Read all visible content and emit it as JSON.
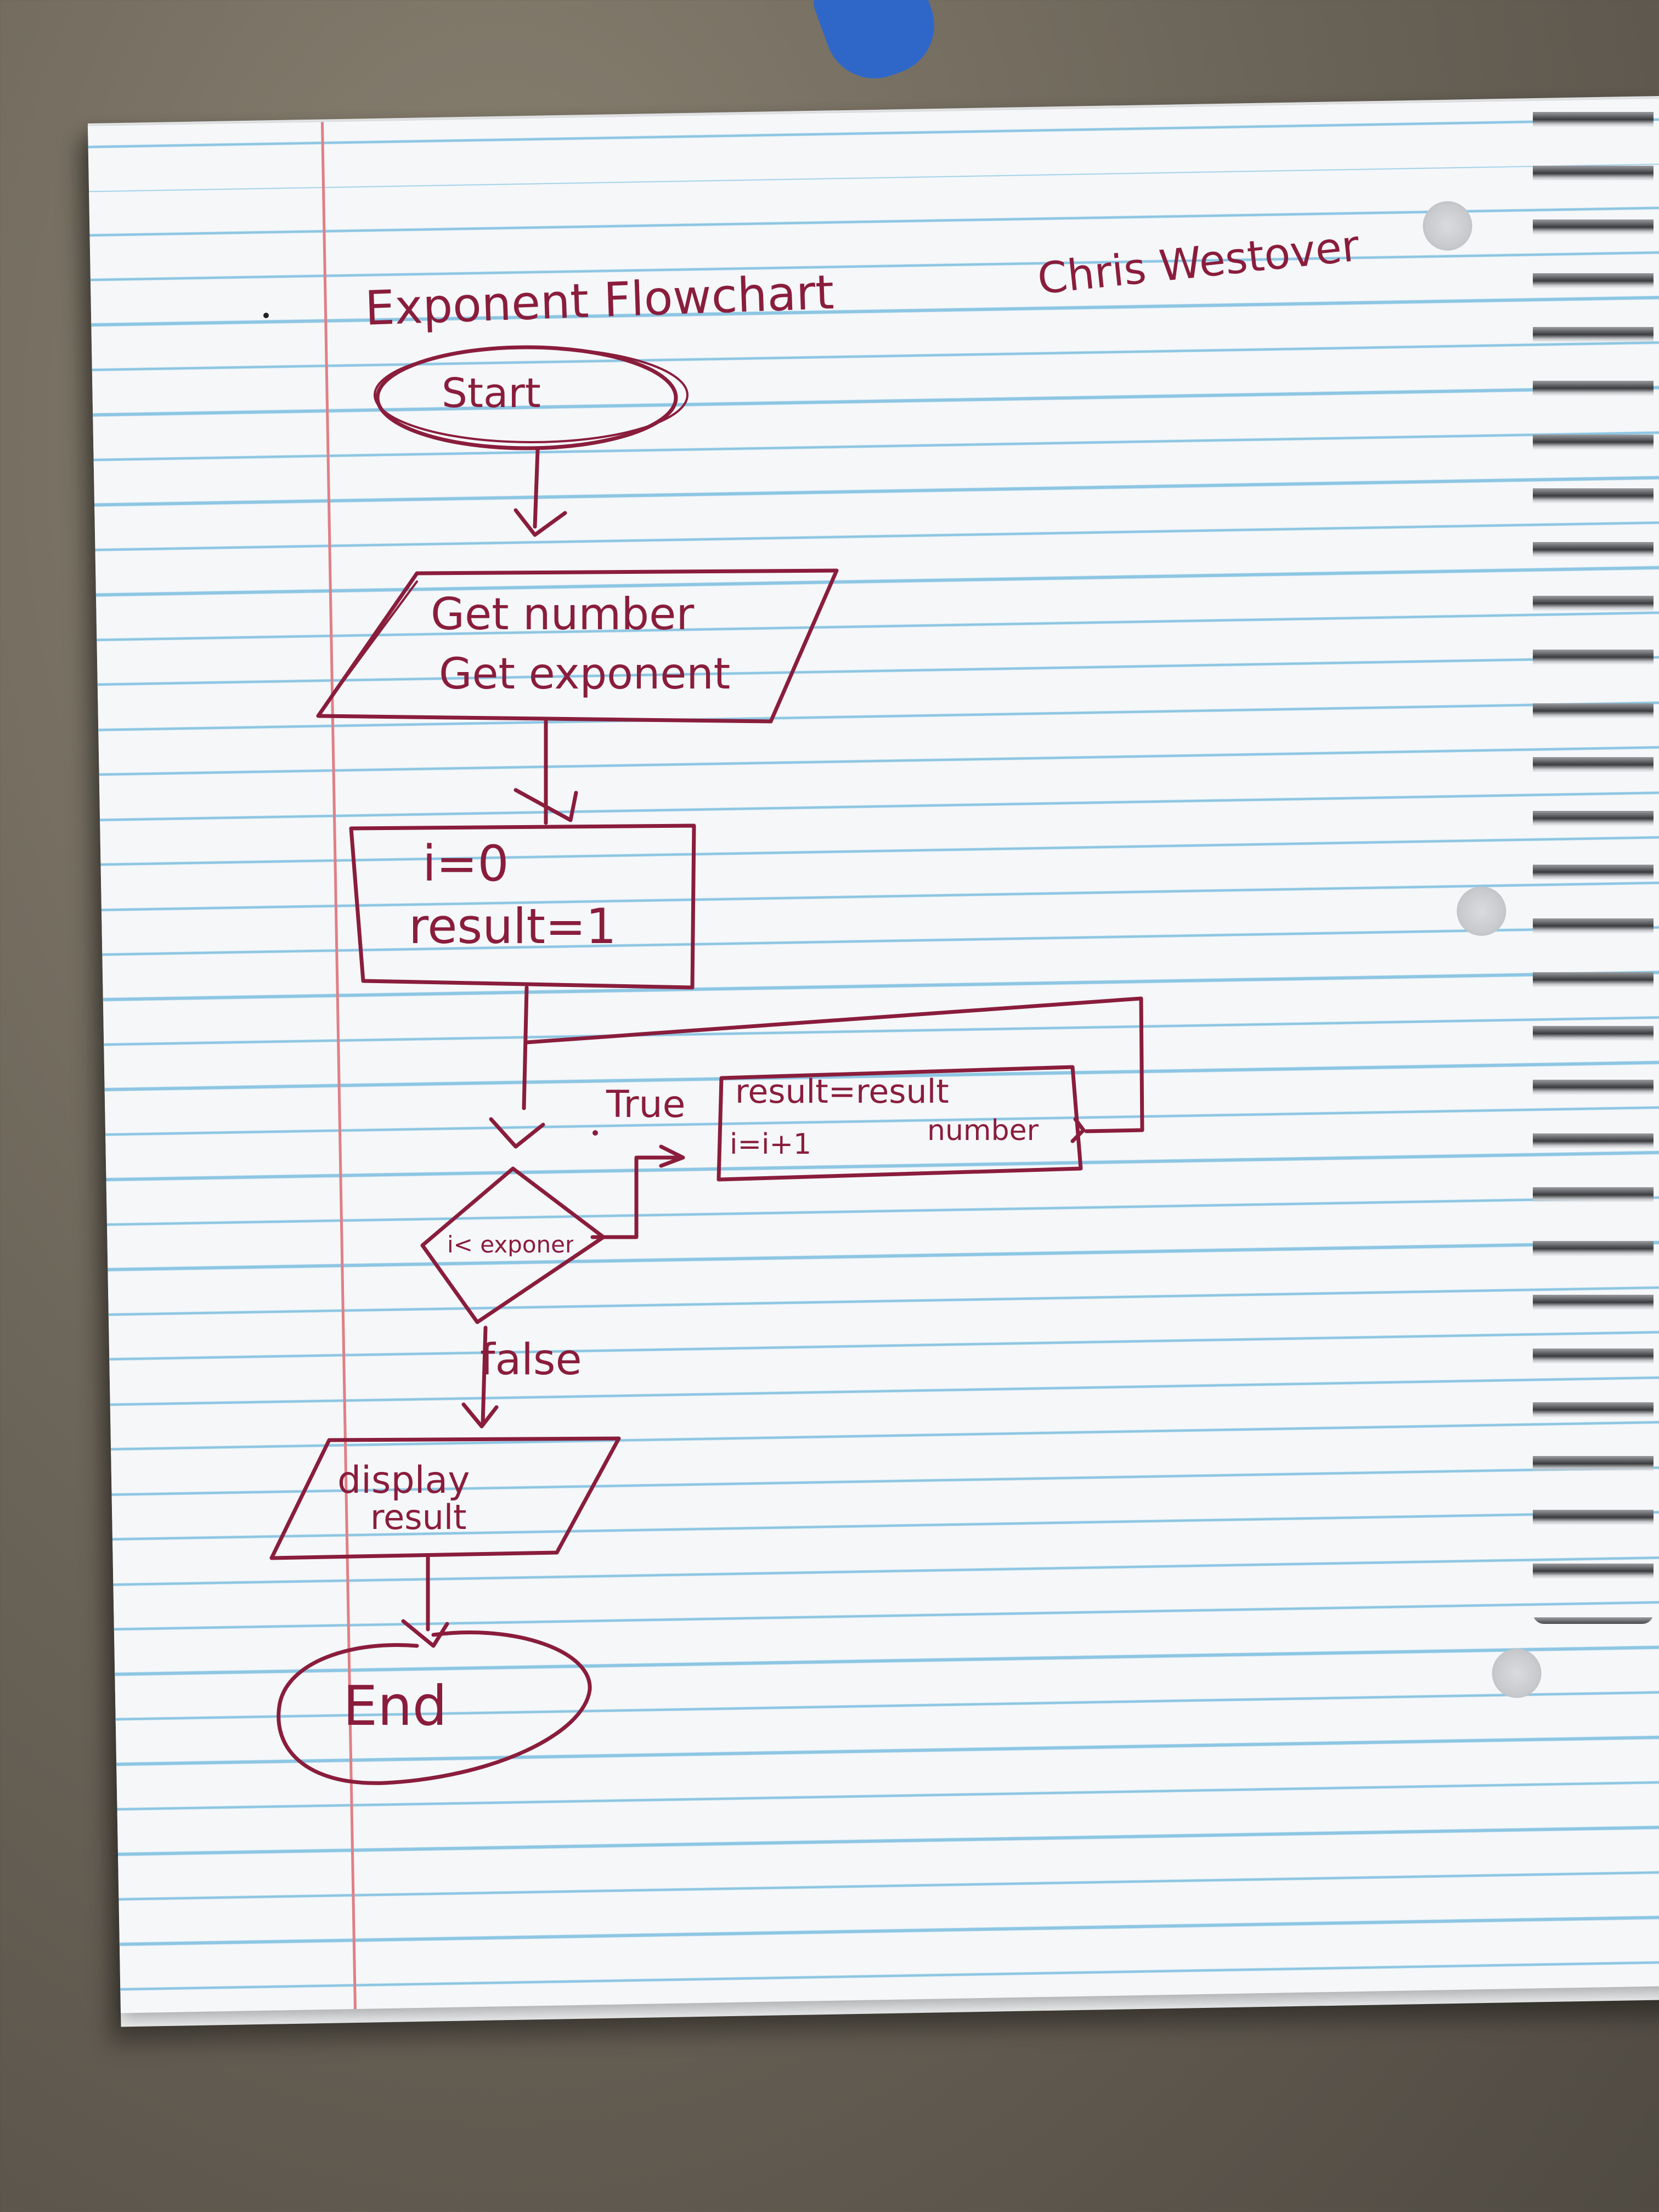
{
  "title": "Exponent Flowchart",
  "author": "Chris Westover",
  "nodes": {
    "start": "Start",
    "input_line1": "Get number",
    "input_line2": "Get exponent",
    "init_line1": "i=0",
    "init_line2": "result=1",
    "condition": "i< exponent",
    "body_line1": "result=result",
    "body_line2": "i=i+1",
    "body_line3": "number",
    "output_line1": "display",
    "output_line2": "result",
    "end": "End"
  },
  "edges": {
    "true_label": "True",
    "false_label": "false"
  },
  "colors": {
    "ink": "#8a1d3c",
    "paper": "#f5f7f9",
    "rule_line": "#8cc6e3",
    "margin_line": "#e07f86"
  }
}
